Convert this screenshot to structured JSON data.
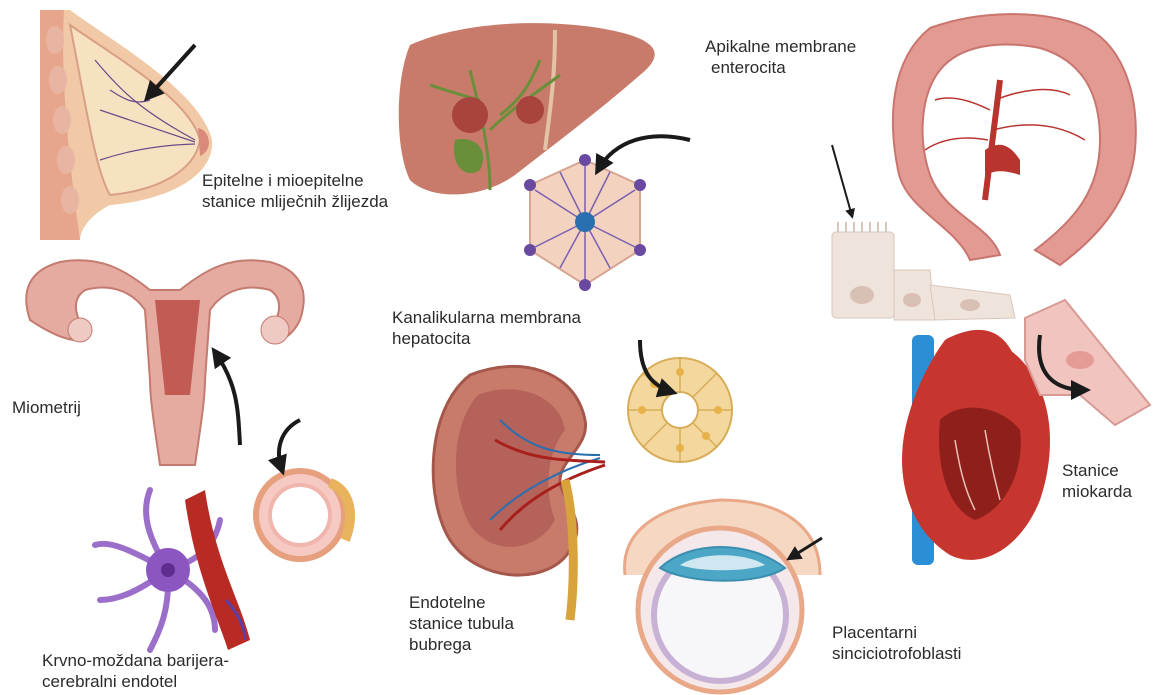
{
  "labels": {
    "mammary": [
      "Epitelne i mioepitelne",
      "stanice mliječnih žlijezda"
    ],
    "enterocyte": [
      "Apikalne membrane",
      "enterocita"
    ],
    "hepatocyte": [
      "Kanalikularna membrana",
      "hepatocita"
    ],
    "myometrium": [
      "Miometrij"
    ],
    "kidney": [
      "Endotelne",
      "stanice tubula",
      "bubrega"
    ],
    "bbb": [
      "Krvno-moždana barijera-",
      "cerebralni endotel"
    ],
    "placenta": [
      "Placentarni",
      "sinciciotrofoblasti"
    ],
    "myocardium": [
      "Stanice",
      "miokarda"
    ]
  },
  "icons": [
    "breast-icon",
    "liver-icon",
    "hepatocyte-lobule-icon",
    "colon-icon",
    "enterocyte-cells-icon",
    "uterus-icon",
    "kidney-icon",
    "tubule-cross-section-icon",
    "heart-icon",
    "cardiomyocyte-icon",
    "neuron-astrocyte-icon",
    "blood-vessel-icon",
    "capillary-ring-icon",
    "blastocyst-placenta-icon"
  ],
  "colors": {
    "tissue_pink": "#e8a99a",
    "organ_red": "#c0504d",
    "liver": "#c97b6b",
    "vessel_blue": "#3a8fd0",
    "bile_green": "#6a8f3a",
    "astrocyte_purple": "#9b6fc9",
    "arrow": "#1a1a1a"
  }
}
